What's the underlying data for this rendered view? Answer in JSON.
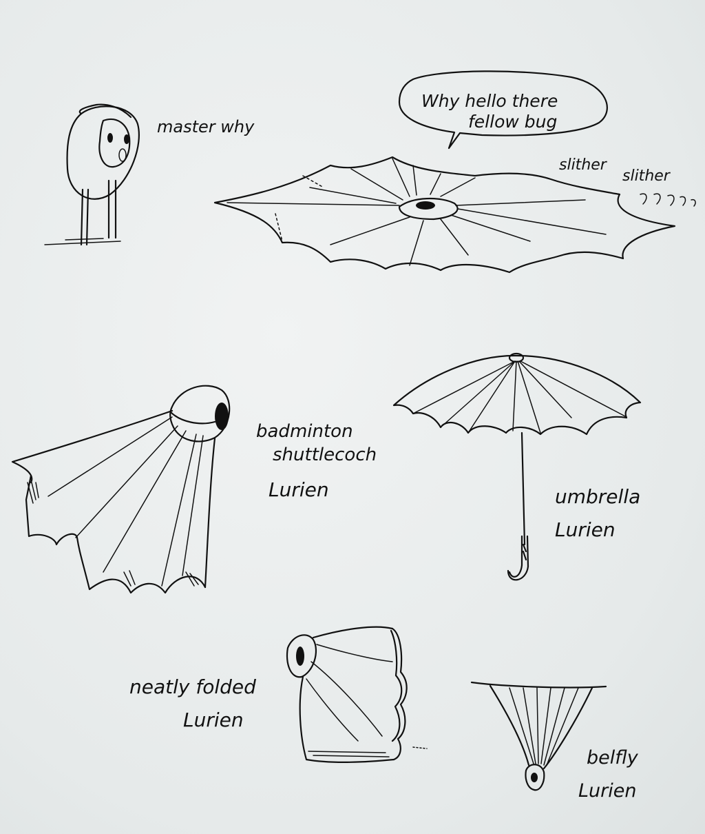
{
  "labels": {
    "master_why": "master why",
    "speech_line1": "Why hello there",
    "speech_line2": "fellow bug",
    "slither1": "slither",
    "slither2": "slither",
    "shuttle_line1": "badminton",
    "shuttle_line2": "shuttlecoch",
    "shuttle_line3": "Lurien",
    "umbrella_line1": "umbrella",
    "umbrella_line2": "Lurien",
    "folded_line1": "neatly folded",
    "folded_line2": "Lurien",
    "belfly_line1": "belfly",
    "belfly_line2": "Lurien"
  },
  "colors": {
    "paper": "#e9ecec",
    "ink": "#111111"
  }
}
